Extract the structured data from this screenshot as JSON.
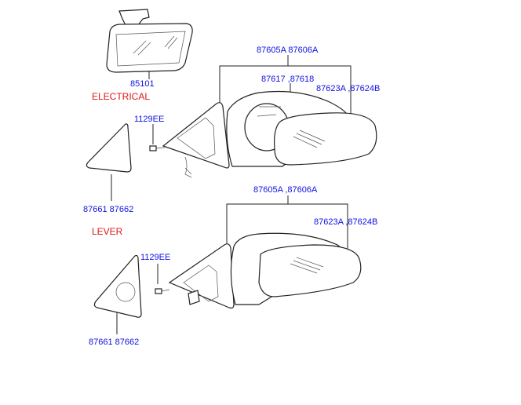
{
  "rear_mirror": {
    "part_no": "85101"
  },
  "section_electrical": {
    "title": "ELECTRICAL",
    "assembly_no": "87605A 87606A",
    "motor_no": "87617 ,87618",
    "glass_no": "87623A ,87624B",
    "screw_no": "1129EE",
    "cover_no": "87661  87662"
  },
  "section_lever": {
    "title": "LEVER",
    "assembly_no": "87605A ,87606A",
    "glass_no": "87623A ,87624B",
    "screw_no": "1129EE",
    "cover_no": "87661  87662"
  }
}
